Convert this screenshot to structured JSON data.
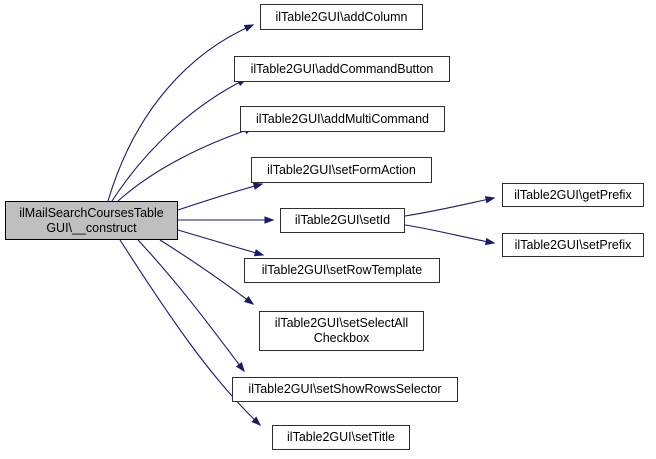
{
  "diagram": {
    "type": "call-graph",
    "colors": {
      "background": "#ffffff",
      "edge": "#191970",
      "node_border": "#2f2f2f",
      "node_fill": "#ffffff",
      "main_node_fill": "#bfbfbf",
      "text": "#000000"
    },
    "nodes": [
      {
        "id": "construct",
        "label": "ilMailSearchCoursesTable\nGUI\\__construct",
        "main": true
      },
      {
        "id": "addColumn",
        "label": "ilTable2GUI\\addColumn"
      },
      {
        "id": "addCommandButton",
        "label": "ilTable2GUI\\addCommandButton"
      },
      {
        "id": "addMultiCommand",
        "label": "ilTable2GUI\\addMultiCommand"
      },
      {
        "id": "setFormAction",
        "label": "ilTable2GUI\\setFormAction"
      },
      {
        "id": "setId",
        "label": "ilTable2GUI\\setId"
      },
      {
        "id": "setRowTemplate",
        "label": "ilTable2GUI\\setRowTemplate"
      },
      {
        "id": "setSelectAllCheckbox",
        "label": "ilTable2GUI\\setSelectAll\nCheckbox"
      },
      {
        "id": "setShowRowsSelector",
        "label": "ilTable2GUI\\setShowRowsSelector"
      },
      {
        "id": "setTitle",
        "label": "ilTable2GUI\\setTitle"
      },
      {
        "id": "getPrefix",
        "label": "ilTable2GUI\\getPrefix"
      },
      {
        "id": "setPrefix",
        "label": "ilTable2GUI\\setPrefix"
      }
    ],
    "edges": [
      {
        "from": "construct",
        "to": "addColumn"
      },
      {
        "from": "construct",
        "to": "addCommandButton"
      },
      {
        "from": "construct",
        "to": "addMultiCommand"
      },
      {
        "from": "construct",
        "to": "setFormAction"
      },
      {
        "from": "construct",
        "to": "setId"
      },
      {
        "from": "construct",
        "to": "setRowTemplate"
      },
      {
        "from": "construct",
        "to": "setSelectAllCheckbox"
      },
      {
        "from": "construct",
        "to": "setShowRowsSelector"
      },
      {
        "from": "construct",
        "to": "setTitle"
      },
      {
        "from": "setId",
        "to": "getPrefix"
      },
      {
        "from": "setId",
        "to": "setPrefix"
      }
    ]
  }
}
